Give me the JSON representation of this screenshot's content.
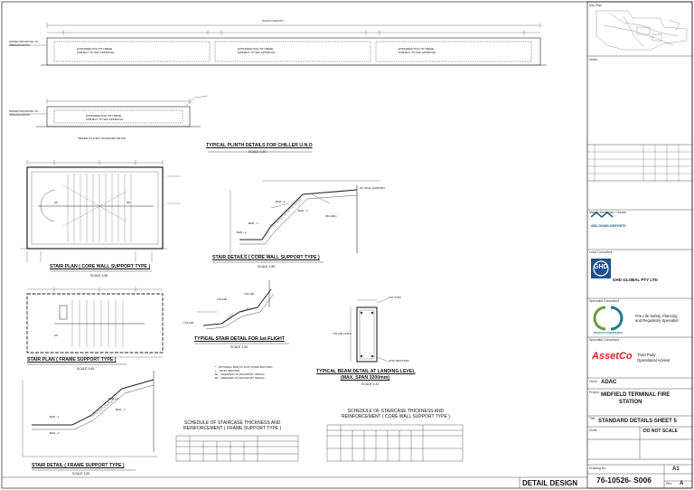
{
  "drawing": {
    "plinth_caption": "TYPICAL PLINTH DETAILS FOR CHILLER U.N.O",
    "plinth_scale": "SCALE 1:20",
    "stair_plan_core_caption": "STAIR PLAN ( CORE WALL SUPPORT TYPE )",
    "stair_plan_core_scale": "SCALE 1:50",
    "stair_details_core_caption": "STAIR DETAILS ( CORE WALL SUPPORT TYPE )",
    "stair_details_core_scale": "SCALE 1:50",
    "typical_stair_caption": "TYPICAL STAIR DETAIL FOR 1st FLIGHT",
    "typical_stair_scale": "SCALE 1:50",
    "stair_plan_frame_caption": "STAIR PLAN ( FRAME SUPPORT TYPE )",
    "stair_plan_frame_scale": "SCALE 1:50",
    "beam_caption": "TYPICAL BEAM DETAIL AT LANDING LEVEL",
    "beam_subcaption": "(MAX. SPAN 3200mm)",
    "beam_scale": "SCALE 1:25",
    "stair_detail_frame_caption": "STAIR DETAIL ( FRAME SUPPORT TYPE )",
    "stair_detail_frame_scale": "SCALE 1:50",
    "schedule_frame_title_1": "SCHEDULE OF STAIRCASE THICKNESS AND",
    "schedule_frame_title_2": "REINFORCEMENT ( FRAME SUPPORT TYPE )",
    "schedule_core_title_1": "SCHEDULE OF STAIRCASE THICKNESS AND",
    "schedule_core_title_2": "REINFORCEMENT ( CORE WALL SUPPORT TYPE )",
    "detail_design": "DETAIL DESIGN",
    "drawing_number": "76-10526- S006"
  },
  "titleblock": {
    "key_plan": "Key Plan",
    "notes": "Notes",
    "master_developer": "Master Developer / Owner",
    "ad_airports": "ABU DHABI AIRPORTS",
    "lead_consultant": "Lead Consultant",
    "ghd_name": "GHD GLOBAL PTY LTD",
    "ghd": "GHD",
    "specialist_consultant": "Specialist Consultant",
    "dc_line1": "Fire Life Safety, Planning",
    "dc_line2": "and Regulatory Specialist",
    "dc_name": "DESIGN CONFIDENCE",
    "specialist_consultant_2": "Specialist Consultant",
    "assetco": "AssetCo",
    "assetco_line1": "Third Party",
    "assetco_line2": "Operational Advisor",
    "client_label": "Client",
    "client": "ADAC",
    "project_label": "Project",
    "project_line1": "MIDFIELD TERMINAL FIRE",
    "project_line2": "STATION",
    "title_label": "Title",
    "sheet_title": "STANDARD DETAILS SHEET 5",
    "scale_label": "Scale",
    "do_not_scale": "DO NOT SCALE",
    "drawing_no_label": "Drawing No.",
    "size_value": "A1",
    "rev_label": "Rev",
    "rev_value": "A"
  }
}
